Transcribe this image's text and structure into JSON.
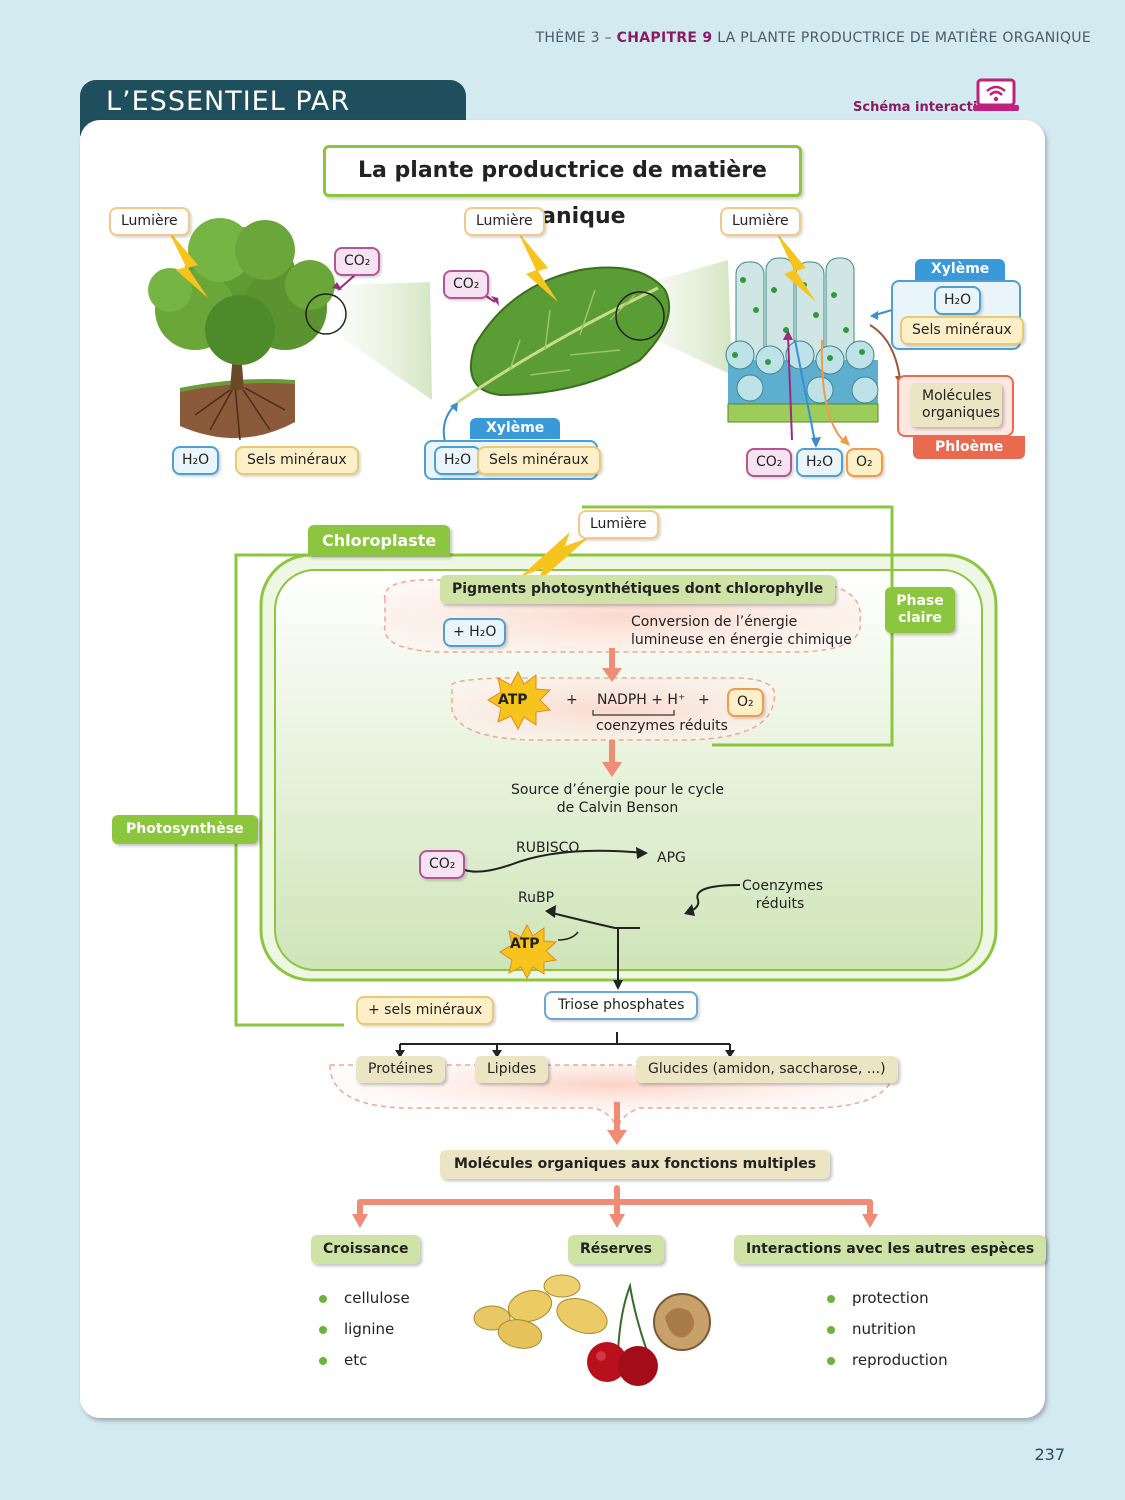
{
  "header": {
    "theme": "THÈME 3 – ",
    "chapter": "CHAPITRE 9",
    "title": " LA PLANTE PRODUCTRICE DE MATIÈRE ORGANIQUE"
  },
  "tab_title": "L’ESSENTIEL PAR L’IMAGE",
  "interactive_label": "Schéma interactif",
  "diagram_title": "La plante productrice de matière organique",
  "top": {
    "lumiere": "Lumière",
    "h2o": "H₂O",
    "co2": "CO₂",
    "o2": "O₂",
    "sels": "Sels minéraux",
    "xyleme": "Xylème",
    "phloeme": "Phloème",
    "molecules": "Molécules organiques"
  },
  "chloro": {
    "chloroplaste": "Chloroplaste",
    "lumiere": "Lumière",
    "pigments": "Pigments photosynthétiques dont chlorophylle",
    "plus_h2o": "+ H₂O",
    "conversion": "Conversion de l’énergie lumineuse en énergie chimique",
    "atp": "ATP",
    "plus1": "+",
    "nadph": "NADPH + H⁺",
    "plus2": "+",
    "o2": "O₂",
    "coenzymes": "coenzymes réduits",
    "phase_claire": "Phase claire",
    "source": "Source d’énergie pour le cycle de Calvin Benson",
    "photosynthese": "Photosynthèse",
    "co2": "CO₂",
    "rubisco": "RUBISCO",
    "apg": "APG",
    "rubp": "RuBP",
    "coenzymes_reduits": "Coenzymes réduits",
    "atp2": "ATP"
  },
  "products": {
    "sels": "+ sels minéraux",
    "triose": "Triose phosphates",
    "proteines": "Protéines",
    "lipides": "Lipides",
    "glucides": "Glucides (amidon, saccharose, ...)",
    "molecules": "Molécules organiques aux fonctions multiples"
  },
  "functions": {
    "croissance": "Croissance",
    "reserves": "Réserves",
    "interactions": "Interactions avec les autres espèces",
    "croissance_items": [
      "cellulose",
      "lignine",
      "etc"
    ],
    "interaction_items": [
      "protection",
      "nutrition",
      "reproduction"
    ]
  },
  "page_number": "237"
}
